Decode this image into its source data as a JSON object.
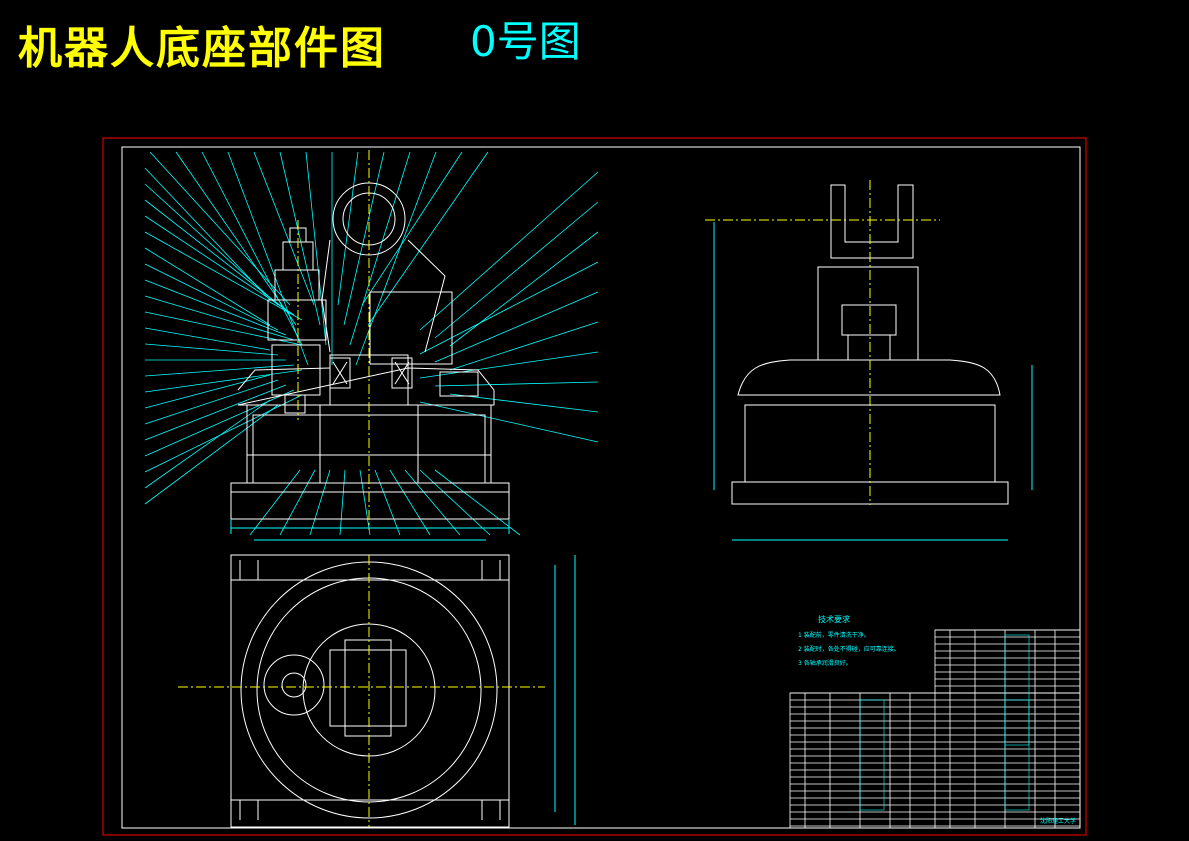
{
  "header": {
    "title": "机器人底座部件图",
    "sheet_size": "0号图"
  },
  "colors": {
    "background": "#000000",
    "title": "#ffff00",
    "sheet_size": "#00ffff",
    "outer_frame": "#ff0000",
    "inner_frame": "#ffffff",
    "cad_lines": "#ffffff",
    "leader_lines": "#00ffff",
    "center_lines": "#ffff00",
    "accent_green": "#00ff00",
    "accent_magenta": "#ff00ff"
  },
  "drawing": {
    "views": [
      "front-section-view",
      "top-view",
      "side-view"
    ],
    "technical_notes_heading": "技术要求",
    "technical_notes": [
      "1 装配前，零件清洗干净。",
      "2 装配时，各处不得碰，应可靠连接。",
      "3 各轴承润滑良好。"
    ],
    "title_block_org": "沈阳理工大学"
  }
}
